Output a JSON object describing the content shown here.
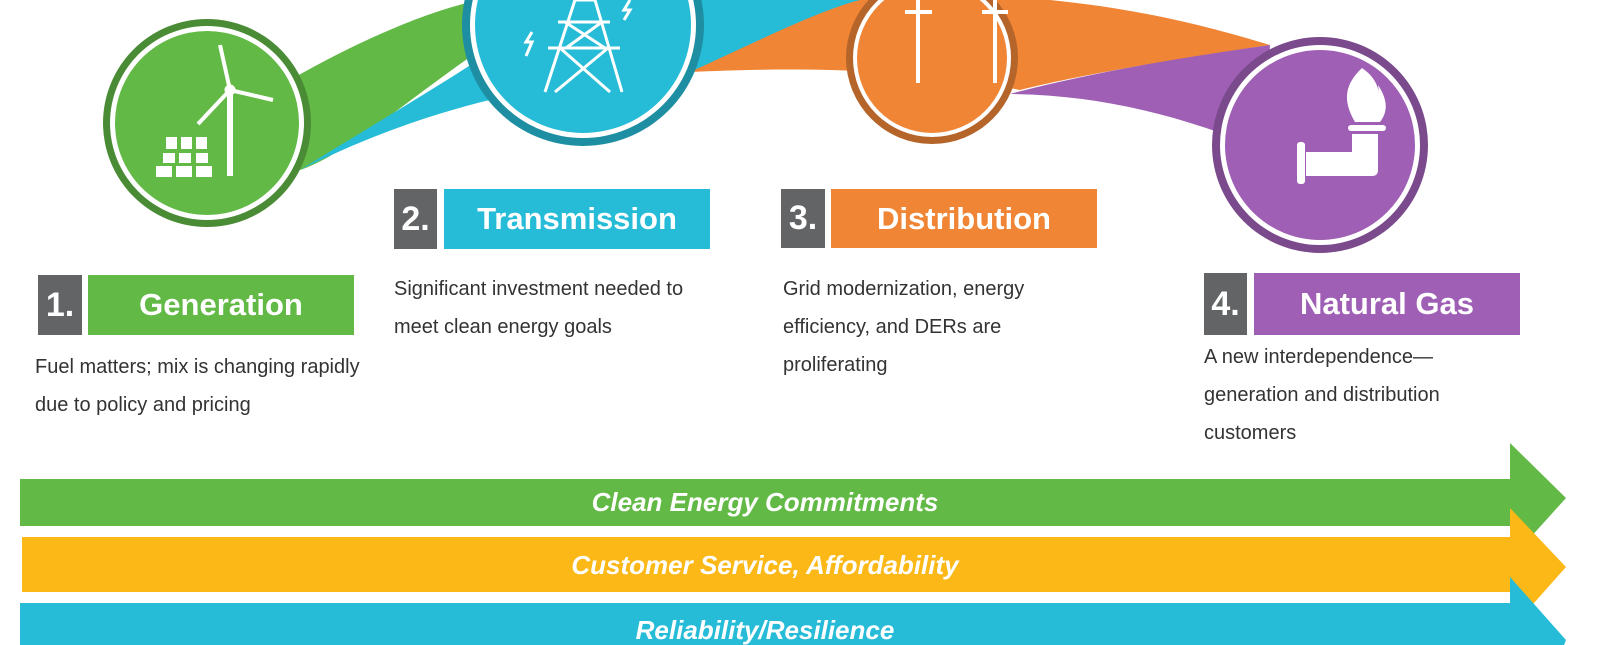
{
  "stages": [
    {
      "number": "1.",
      "title": "Generation",
      "description": "Fuel matters; mix is changing rapidly due to policy and pricing",
      "color": "#62b946",
      "icon": "wind-solar-icon"
    },
    {
      "number": "2.",
      "title": "Transmission",
      "description": "Significant investment needed to meet clean energy goals",
      "color": "#26bcd7",
      "icon": "transmission-tower-icon"
    },
    {
      "number": "3.",
      "title": "Distribution",
      "description": "Grid modernization, energy efficiency, and DERs are proliferating",
      "color": "#ef8535",
      "icon": "utility-pole-icon"
    },
    {
      "number": "4.",
      "title": "Natural Gas",
      "description": "A new interdependence—generation and distribution customers",
      "color": "#9e5fb4",
      "icon": "gas-flame-pipe-icon"
    }
  ],
  "drivers": [
    {
      "label": "Clean Energy Commitments",
      "color": "#62b946"
    },
    {
      "label": "Customer Service, Affordability",
      "color": "#fbb817"
    },
    {
      "label": "Reliability/Resilience",
      "color": "#26bcd7"
    }
  ]
}
